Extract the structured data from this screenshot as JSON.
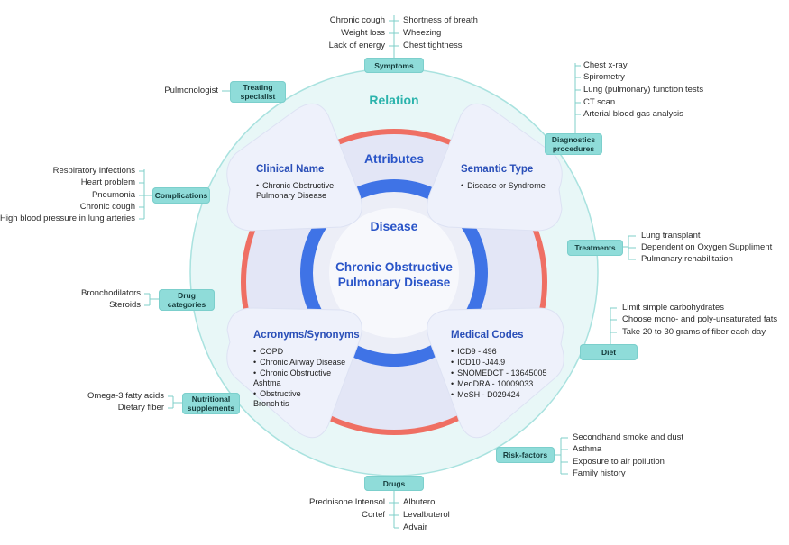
{
  "center": {
    "relation": "Relation",
    "attributes": "Attributes",
    "disease_label": "Disease",
    "disease_name_line1": "Chronic Obstructive",
    "disease_name_line2": "Pulmonary Disease"
  },
  "attribute_panels": {
    "clinical_name": {
      "title": "Clinical Name",
      "items": [
        "Chronic Obstructive Pulmonary Disease"
      ]
    },
    "semantic_type": {
      "title": "Semantic Type",
      "items": [
        "Disease or Syndrome"
      ]
    },
    "acronyms": {
      "title": "Acronyms/Synonyms",
      "items": [
        "COPD",
        "Chronic Airway Disease",
        "Chronic Obstructive Ashtma",
        "Obstructive Bronchitis"
      ]
    },
    "medical_codes": {
      "title": "Medical Codes",
      "items": [
        "ICD9 - 496",
        "ICD10 -J44.9",
        "SNOMEDCT - 13645005",
        "MedDRA - 10009033",
        "MeSH - D029424"
      ]
    }
  },
  "relations": {
    "symptoms": {
      "label": "Symptoms",
      "left": [
        "Chronic cough",
        "Weight loss",
        "Lack of energy"
      ],
      "right": [
        "Shortness of breath",
        "Wheezing",
        "Chest tightness"
      ]
    },
    "treating_specialist": {
      "label": "Treating specialist",
      "items": [
        "Pulmonologist"
      ]
    },
    "diagnostics": {
      "label": "Diagnostics procedures",
      "items": [
        "Chest x-ray",
        "Spirometry",
        "Lung (pulmonary) function tests",
        "CT scan",
        "Arterial blood gas analysis"
      ]
    },
    "complications": {
      "label": "Complications",
      "items": [
        "Respiratory infections",
        "Heart problem",
        "Pneumonia",
        "Chronic cough",
        "High blood pressure in lung arteries"
      ]
    },
    "treatments": {
      "label": "Treatments",
      "items": [
        "Lung transplant",
        "Dependent on Oxygen Suppliment",
        "Pulmonary rehabilitation"
      ]
    },
    "drug_categories": {
      "label": "Drug categories",
      "items": [
        "Bronchodilators",
        "Steroids"
      ]
    },
    "diet": {
      "label": "Diet",
      "items": [
        "Limit simple carbohydrates",
        "Choose mono- and poly-unsaturated fats",
        "Take 20 to 30 grams of fiber each day"
      ]
    },
    "nutritional_supplements": {
      "label": "Nutritional supplements",
      "items": [
        "Omega-3 fatty acids",
        "Dietary fiber"
      ]
    },
    "risk_factors": {
      "label": "Risk-factors",
      "items": [
        "Secondhand smoke and dust",
        "Asthma",
        "Exposure to air pollution",
        "Family history"
      ]
    },
    "drugs": {
      "label": "Drugs",
      "left": [
        "Prednisone Intensol",
        "Cortef"
      ],
      "right": [
        "Albuterol",
        "Levalbuterol",
        "Advair"
      ]
    }
  },
  "colors": {
    "outer_ring": "#e6f6f6",
    "outer_ring_border": "#bfe9e7",
    "red_ring": "#ef6f63",
    "blue_ring": "#3f73e6",
    "tag": "#8fdcd9",
    "title_blue": "#2a55c8",
    "relation_teal": "#2bb3ac",
    "panel": "#eef1fb"
  }
}
